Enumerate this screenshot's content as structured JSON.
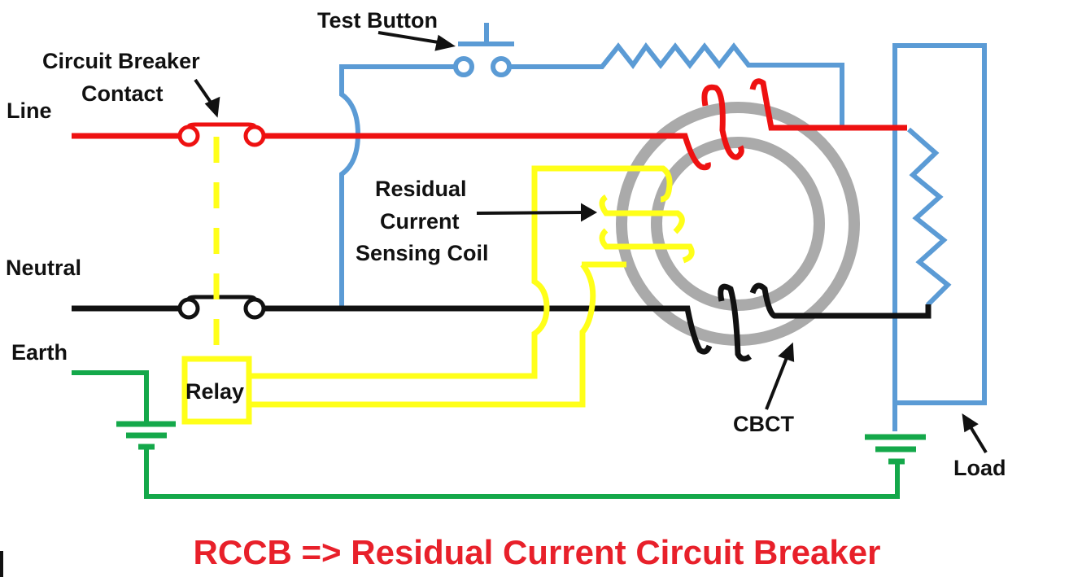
{
  "diagram": {
    "title": "RCCB => Residual Current Circuit Breaker",
    "labels": {
      "line": "Line",
      "neutral": "Neutral",
      "earth": "Earth",
      "circuit_breaker_contact_1": "Circuit Breaker",
      "circuit_breaker_contact_2": "Contact",
      "test_button": "Test Button",
      "residual_1": "Residual",
      "residual_2": "Current",
      "residual_3": "Sensing Coil",
      "relay": "Relay",
      "cbct": "CBCT",
      "load": "Load"
    },
    "components": [
      "line-conductor",
      "neutral-conductor",
      "earth-conductor",
      "circuit-breaker-contacts",
      "test-button",
      "test-resistor",
      "cbct-toroid",
      "residual-current-sensing-coil",
      "relay",
      "load-resistor",
      "earth-ground-symbols"
    ],
    "colors": {
      "line": "#ee1111",
      "neutral": "#111111",
      "earth": "#14a84a",
      "relay_circuit": "#ffff19",
      "test_circuit": "#5b9bd5",
      "toroid": "#aaaaaa",
      "caption": "#e8202a"
    }
  }
}
